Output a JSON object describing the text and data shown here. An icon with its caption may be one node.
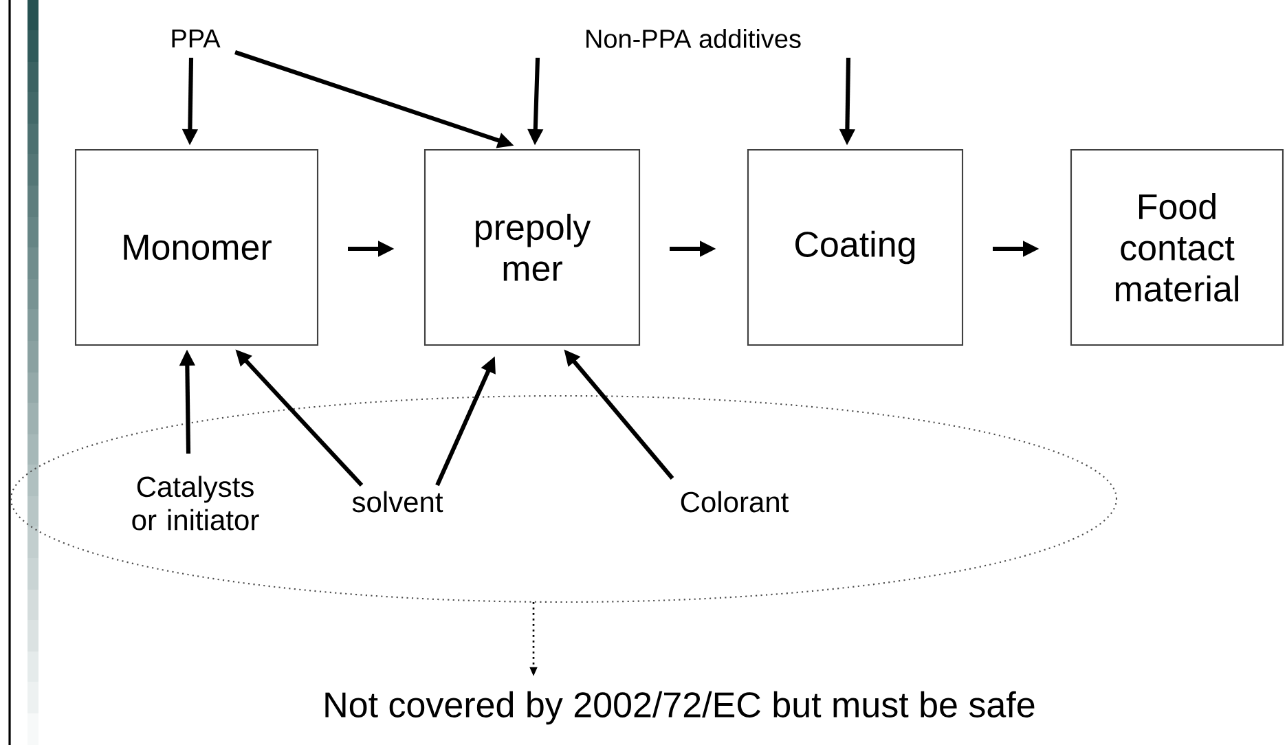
{
  "diagram": {
    "nodes": [
      {
        "text": [
          "PPA"
        ]
      },
      {
        "text": [
          "Non-PPA additives"
        ]
      },
      {
        "text": [
          "Monomer"
        ]
      },
      {
        "text": [
          "prepoly mer"
        ]
      },
      {
        "text": [
          "Coating"
        ]
      },
      {
        "text": [
          "Food contact material"
        ]
      },
      {
        "text": [],
        "shape": "ellipse"
      },
      {
        "text": [
          "Catalysts or initiator"
        ],
        "in": 6
      },
      {
        "text": [
          "solvent"
        ],
        "in": 6
      },
      {
        "text": [
          "Colorant"
        ],
        "in": 6
      },
      {
        "text": [
          "Not covered by 2002/72/EC but  must be safe"
        ]
      }
    ],
    "edges": [
      {
        "from": 0,
        "to": 2,
        "arrow": "to"
      },
      {
        "from": 0,
        "to": 3,
        "arrow": "to"
      },
      {
        "from": 1,
        "to": 3,
        "arrow": "to"
      },
      {
        "from": 1,
        "to": 4,
        "arrow": "to"
      },
      {
        "from": 2,
        "to": 3,
        "arrow": "to"
      },
      {
        "from": 3,
        "to": 4,
        "arrow": "to"
      },
      {
        "from": 4,
        "to": 5,
        "arrow": "to"
      },
      {
        "from": 7,
        "to": 2,
        "arrow": "to"
      },
      {
        "from": 8,
        "to": 2,
        "arrow": "to"
      },
      {
        "from": 8,
        "to": 3,
        "arrow": "to"
      },
      {
        "from": 9,
        "to": 3,
        "arrow": "to"
      },
      {
        "from": 6,
        "to": 10,
        "arrow": "to",
        "style": "dashed"
      }
    ]
  }
}
